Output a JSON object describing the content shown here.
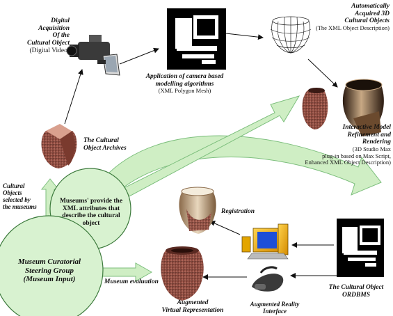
{
  "acquisition": {
    "title_lines": [
      "Digital",
      "Acquisition",
      "Of the",
      "Cultural Object"
    ],
    "sub": "(Digital Video)"
  },
  "modelling": {
    "title_lines": [
      "Application of camera based",
      "modelling algorithms"
    ],
    "sub": "(XML Polygon Mesh)"
  },
  "auto3d": {
    "title_lines": [
      "Automatically",
      "Acquired 3D",
      "Cultural Objects"
    ],
    "sub": "(The XML Object Description)"
  },
  "refinement": {
    "title_lines": [
      "Interactive Model",
      "Refinement and",
      "Rendering"
    ],
    "sub_lines": [
      "(3D Studio Max",
      "plug-in based on Max Script,",
      "Enhanced XML Object Description)"
    ]
  },
  "archives": {
    "lines": [
      "The Cultural",
      "Object Archives"
    ]
  },
  "selected": {
    "lines": [
      "Cultural",
      "Objects",
      "selected by",
      "the museums"
    ]
  },
  "xml_bubble": {
    "lines": [
      "Museums' provide the",
      "XML attributes that",
      "describe the cultural",
      "object"
    ]
  },
  "steering": {
    "lines": [
      "Museum Curatorial",
      "Steering Group",
      "(Museum Input)"
    ]
  },
  "registration": "Registration",
  "evaluation": "Museum evaluation",
  "augmented_rep": {
    "lines": [
      "Augmented",
      "Virtual Representation"
    ]
  },
  "ar_interface": {
    "lines": [
      "Augmented Reality",
      "Interface"
    ]
  },
  "ordbms": {
    "lines": [
      "The Cultural Object",
      "ORDBMS"
    ]
  },
  "colors": {
    "bubble_fill": "#d8f2d0",
    "bubble_stroke": "#3c7a3c",
    "arrow_fill": "#cfeec4",
    "arrow_stroke": "#7dbf7d"
  },
  "icons": [
    "video-camera",
    "computer",
    "wireframe-pot",
    "rendered-pot",
    "granite-pot",
    "glossy-pot",
    "desktop-pc",
    "ar-headset"
  ]
}
